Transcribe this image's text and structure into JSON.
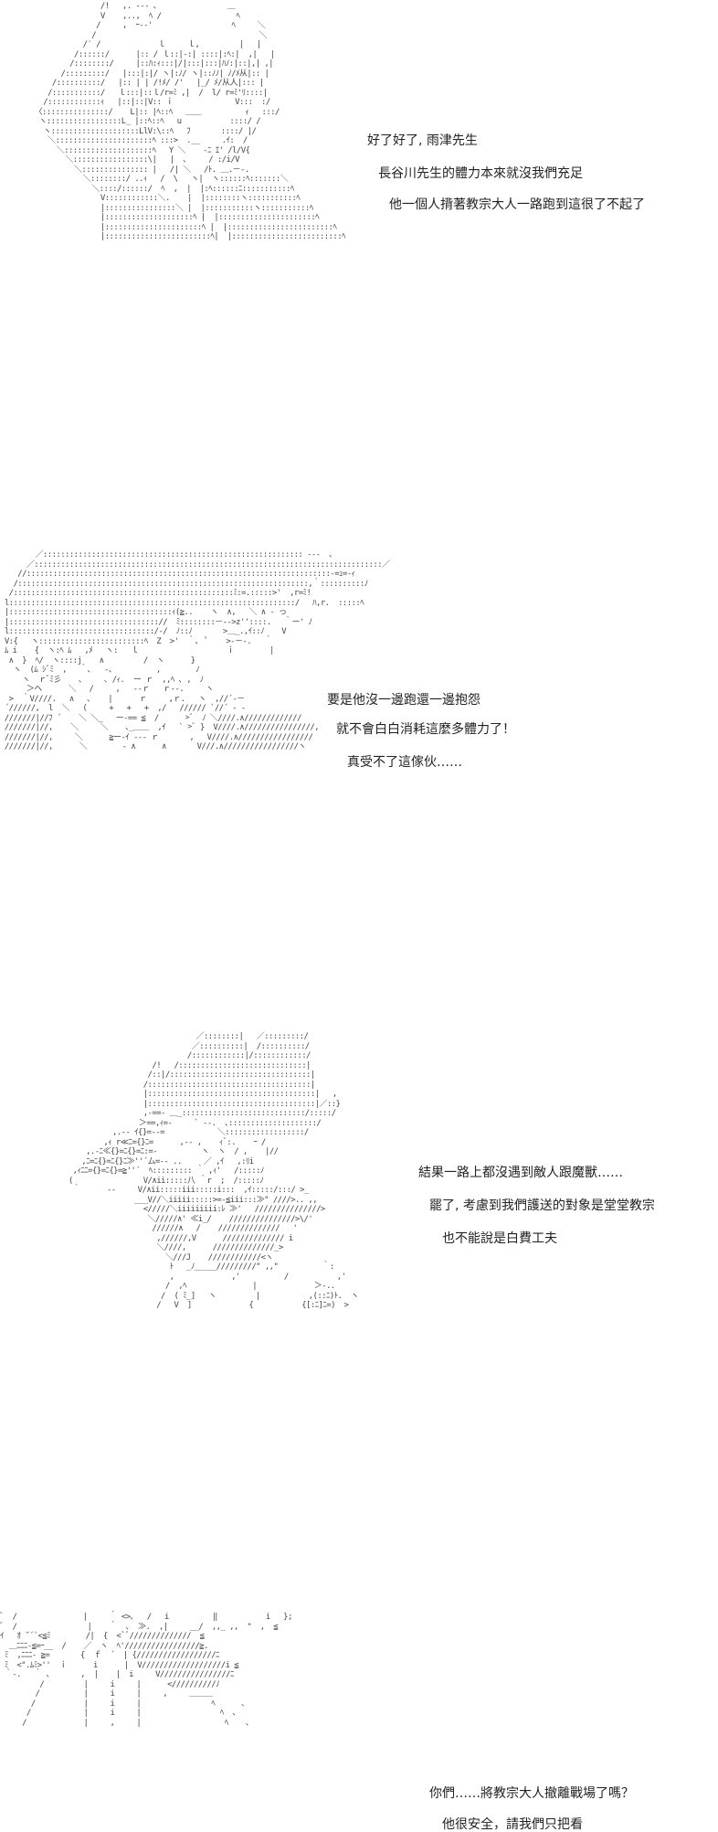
{
  "panels": [
    {
      "dialogue": [
        "好了好了, 雨津先生",
        "長谷川先生的體力本來就沒我們充足",
        "他一個人揹著教宗大人一路跑到這很了不起了"
      ]
    },
    {
      "dialogue": [
        "要是他沒一邊跑還一邊抱怨",
        "就不會白白消耗這麼多體力了！",
        "真受不了這傢伙……"
      ]
    },
    {
      "dialogue": [
        "結果一路上都沒遇到敵人跟魔獸……",
        "罷了, 考慮到我們護送的對象是堂堂教宗",
        "也不能說是白費工夫"
      ]
    },
    {
      "dialogue": [
        "你們……將教宗大人撤離戰場了嗎？",
        "他很安全，請我們只把看"
      ]
    }
  ]
}
